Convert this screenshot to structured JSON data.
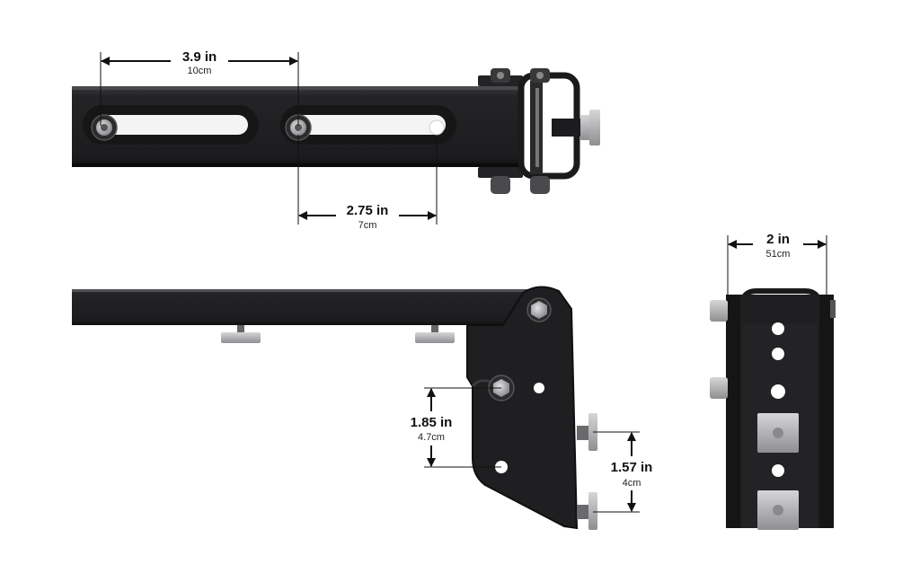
{
  "colors": {
    "rail": "#1f1f21",
    "rail_edge": "#3a3a3d",
    "slot": "#f4f4f4",
    "metal": "#b9b9bb",
    "metal_dark": "#8d8d90",
    "ink": "#111111",
    "background": "#ffffff"
  },
  "dimensions": {
    "top_width": {
      "main": "3.9 in",
      "sub": "10cm"
    },
    "slot_travel": {
      "main": "2.75 in",
      "sub": "7cm"
    },
    "end_width": {
      "main": "2 in",
      "sub": "51cm"
    },
    "hole_spacing": {
      "main": "1.85 in",
      "sub": "4.7cm"
    },
    "bolt_spacing": {
      "main": "1.57 in",
      "sub": "4cm"
    }
  }
}
